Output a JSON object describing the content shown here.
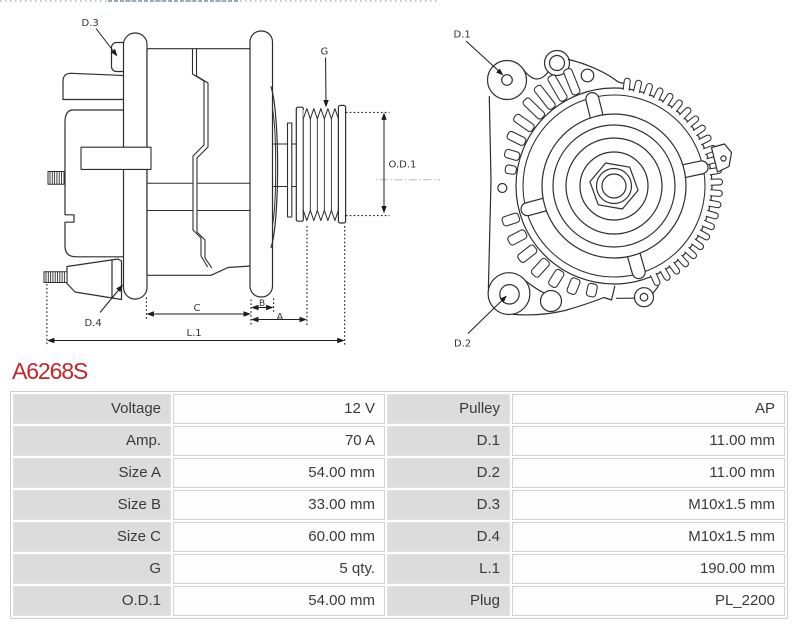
{
  "part": {
    "number": "A6268S",
    "color": "#c3262b"
  },
  "diagram": {
    "side_view_labels": {
      "d3": "D.3",
      "d4": "D.4",
      "g": "G",
      "od1": "O.D.1",
      "c": "C",
      "b": "B",
      "a": "A",
      "l1": "L.1"
    },
    "front_view_labels": {
      "d1": "D.1",
      "d2": "D.2"
    }
  },
  "spec_table": {
    "label_bg": "#dcdcdc",
    "value_bg": "#fdfdfd",
    "rows": [
      {
        "l1": "Voltage",
        "v1": "12 V",
        "l2": "Pulley",
        "v2": "AP"
      },
      {
        "l1": "Amp.",
        "v1": "70 A",
        "l2": "D.1",
        "v2": "11.00 mm"
      },
      {
        "l1": "Size A",
        "v1": "54.00 mm",
        "l2": "D.2",
        "v2": "11.00 mm"
      },
      {
        "l1": "Size B",
        "v1": "33.00 mm",
        "l2": "D.3",
        "v2": "M10x1.5 mm"
      },
      {
        "l1": "Size C",
        "v1": "60.00 mm",
        "l2": "D.4",
        "v2": "M10x1.5 mm"
      },
      {
        "l1": "G",
        "v1": "5 qty.",
        "l2": "L.1",
        "v2": "190.00 mm"
      },
      {
        "l1": "O.D.1",
        "v1": "54.00 mm",
        "l2": "Plug",
        "v2": "PL_2200"
      }
    ]
  }
}
